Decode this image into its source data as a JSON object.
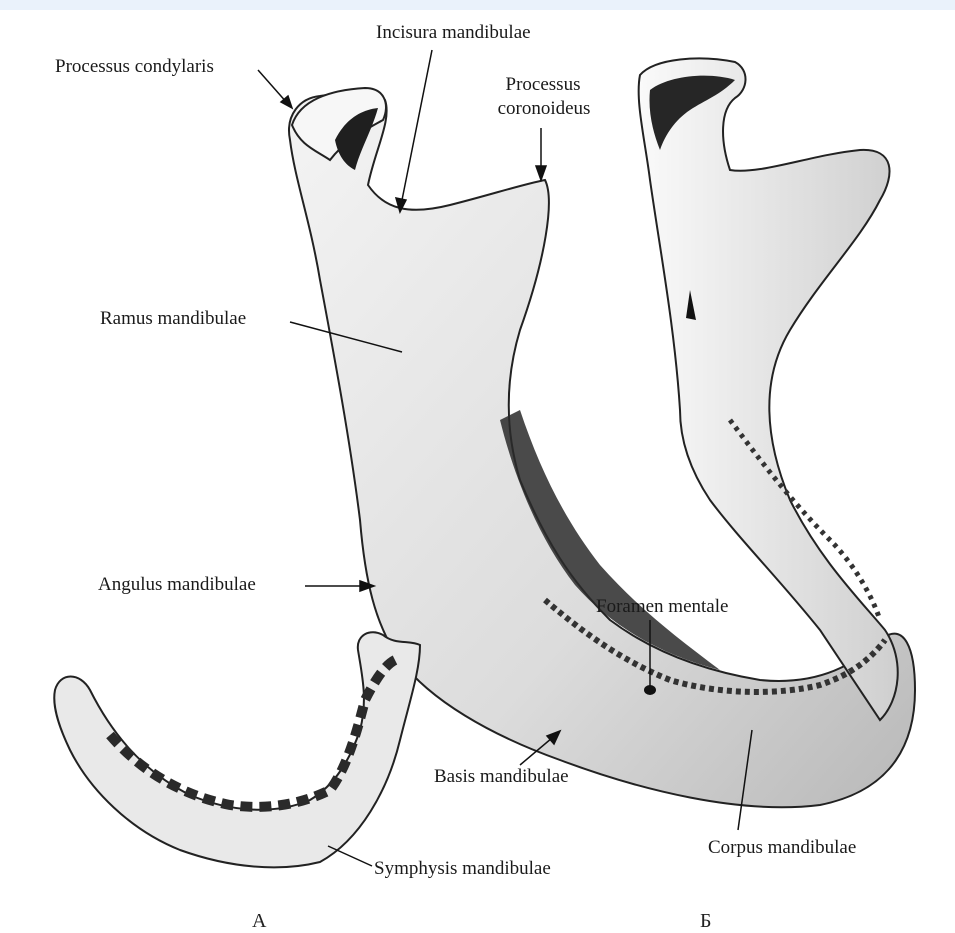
{
  "labels": {
    "processus_condylaris": "Processus condylaris",
    "incisura_mandibulae": "Incisura mandibulae",
    "processus_coronoideus_1": "Processus",
    "processus_coronoideus_2": "coronoideus",
    "ramus_mandibulae": "Ramus mandibulae",
    "angulus_mandibulae": "Angulus mandibulae",
    "foramen_mentale": "Foramen mentale",
    "basis_mandibulae": "Basis mandibulae",
    "corpus_mandibulae": "Corpus mandibulae",
    "symphysis_mandibulae": "Symphysis mandibulae"
  },
  "panels": {
    "a": "А",
    "b": "Б"
  }
}
